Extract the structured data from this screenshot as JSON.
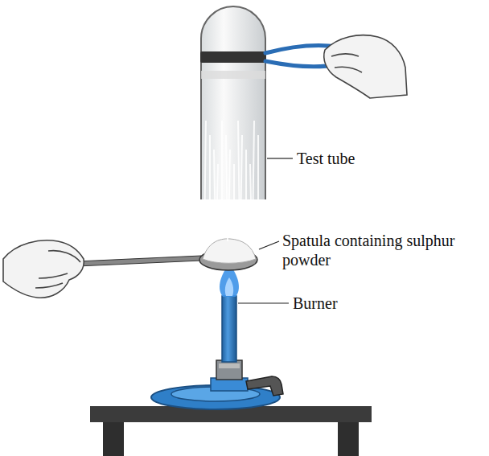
{
  "diagram": {
    "labels": [
      "Test tube",
      "Spatula containing sulphur powder",
      "Burner"
    ]
  }
}
